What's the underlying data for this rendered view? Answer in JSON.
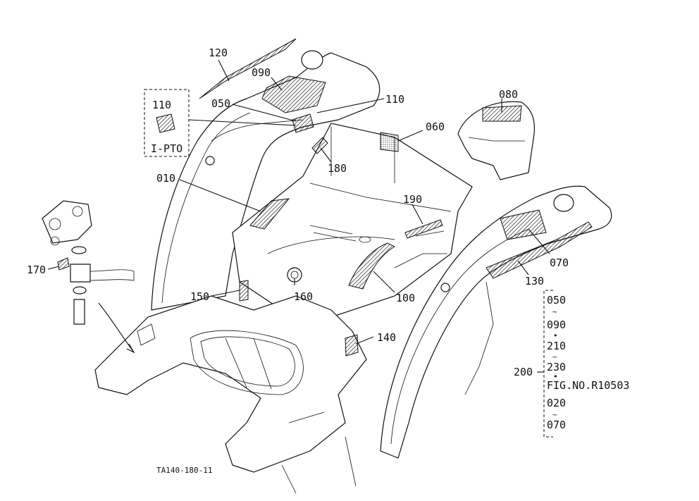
{
  "diagram": {
    "callouts": [
      {
        "id": "120",
        "text": "120"
      },
      {
        "id": "090",
        "text": "090"
      },
      {
        "id": "050",
        "text": "050"
      },
      {
        "id": "110a",
        "text": "110"
      },
      {
        "id": "110b",
        "text": "110"
      },
      {
        "id": "080",
        "text": "080"
      },
      {
        "id": "060",
        "text": "060"
      },
      {
        "id": "180",
        "text": "180"
      },
      {
        "id": "010",
        "text": "010"
      },
      {
        "id": "190",
        "text": "190"
      },
      {
        "id": "170",
        "text": "170"
      },
      {
        "id": "150",
        "text": "150"
      },
      {
        "id": "160",
        "text": "160"
      },
      {
        "id": "100",
        "text": "100"
      },
      {
        "id": "070",
        "text": "070"
      },
      {
        "id": "130",
        "text": "130"
      },
      {
        "id": "140",
        "text": "140"
      },
      {
        "id": "200",
        "text": "200"
      }
    ],
    "inset_label": "I-PTO",
    "ref_list": [
      "050",
      "090",
      "210",
      "230",
      "FIG.NO.R10503",
      "020",
      "070"
    ],
    "ref_separators": [
      "~",
      "•",
      "~",
      "•",
      "~"
    ],
    "drawing_code": "TA140-180-11"
  }
}
